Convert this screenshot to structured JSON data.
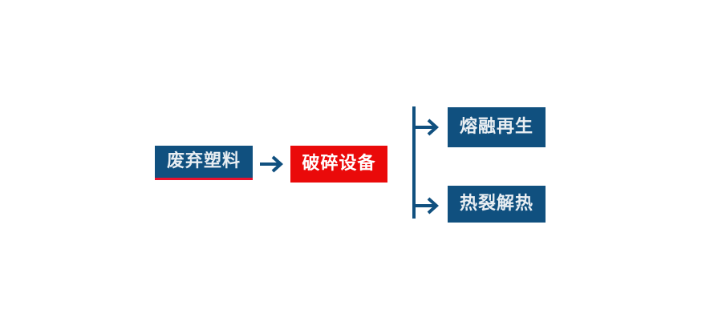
{
  "diagram": {
    "title": "waste-plastic-processing-flow",
    "background_color": "#ffffff",
    "colors": {
      "primary_blue": "#10507f",
      "accent_red": "#ea0a0a",
      "underline_red": "#e8112d",
      "label_text": "#e9eef2",
      "connector": "#10507f"
    },
    "nodes": [
      {
        "id": "waste-plastic",
        "label": "废弃塑料",
        "fill": "#10507f",
        "text_color": "#e9eef2",
        "underline_color": "#e8112d"
      },
      {
        "id": "crusher",
        "label": "破碎设备",
        "fill": "#ea0a0a",
        "text_color": "#ffffff"
      },
      {
        "id": "melt-regeneration",
        "label": "熔融再生",
        "fill": "#10507f",
        "text_color": "#e9eef2"
      },
      {
        "id": "pyrolysis",
        "label": "热裂解热",
        "fill": "#10507f",
        "text_color": "#e9eef2"
      }
    ],
    "connectors": [
      {
        "id": "main-arrow",
        "type": "arrow-right",
        "from": "waste-plastic",
        "to": "crusher",
        "color": "#10507f"
      },
      {
        "id": "branch",
        "type": "split-bracket-right",
        "from": "crusher",
        "to": [
          "melt-regeneration",
          "pyrolysis"
        ],
        "color": "#10507f"
      }
    ]
  }
}
